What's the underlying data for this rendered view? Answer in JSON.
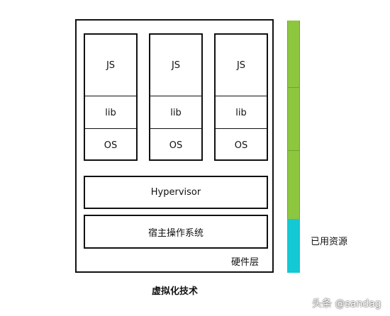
{
  "diagram": {
    "vms": [
      {
        "app": "JS",
        "lib": "lib",
        "os": "OS"
      },
      {
        "app": "JS",
        "lib": "lib",
        "os": "OS"
      },
      {
        "app": "JS",
        "lib": "lib",
        "os": "OS"
      }
    ],
    "hypervisor": "Hypervisor",
    "host_os": "宿主操作系统",
    "hardware": "硬件层",
    "resource_label": "已用资源",
    "caption": "虚拟化技术",
    "watermark": "头条 @sandag",
    "colors": {
      "used": "#8dc63f",
      "free": "#14c8d4"
    }
  }
}
